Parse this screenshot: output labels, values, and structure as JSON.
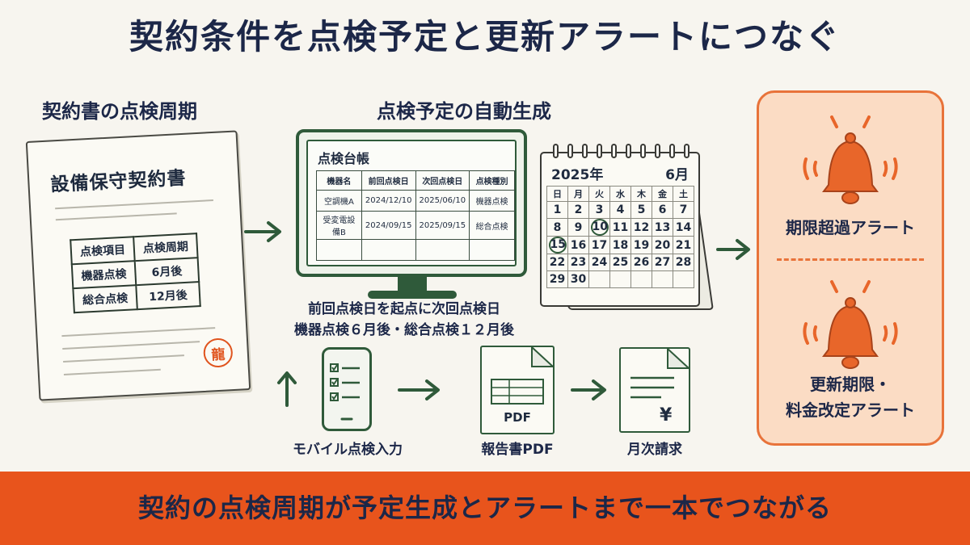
{
  "title": "契約条件を点検予定と更新アラートにつなぐ",
  "contract": {
    "section_label": "契約書の点検周期",
    "doc_title": "設備保守契約書",
    "table": {
      "header": [
        "点検項目",
        "点検周期"
      ],
      "rows": [
        [
          "機器点検",
          "6月後"
        ],
        [
          "総合点検",
          "12月後"
        ]
      ]
    },
    "seal": "龍"
  },
  "schedule": {
    "section_label": "点検予定の自動生成",
    "ledger": {
      "title": "点検台帳",
      "header": [
        "機器名",
        "前回点検日",
        "次回点検日",
        "点検種別"
      ],
      "rows": [
        [
          "空調機A",
          "2024/12/10",
          "2025/06/10",
          "機器点検"
        ],
        [
          "受変電設備B",
          "2024/09/15",
          "2025/09/15",
          "総合点検"
        ]
      ]
    },
    "calendar": {
      "year": "2025年",
      "month": "6月",
      "weekdays": [
        "日",
        "月",
        "火",
        "水",
        "木",
        "金",
        "土"
      ],
      "weeks": [
        [
          "1",
          "2",
          "3",
          "4",
          "5",
          "6",
          "7"
        ],
        [
          "8",
          "9",
          "10",
          "11",
          "12",
          "13",
          "14"
        ],
        [
          "15",
          "16",
          "17",
          "18",
          "19",
          "20",
          "21"
        ],
        [
          "22",
          "23",
          "24",
          "25",
          "26",
          "27",
          "28"
        ],
        [
          "29",
          "30",
          "",
          "",
          "",
          "",
          ""
        ]
      ],
      "circled": [
        "10",
        "15"
      ]
    },
    "caption_line1": "前回点検日を起点に次回点検日",
    "caption_line2": "機器点検６月後・総合点検１２月後"
  },
  "flow": {
    "mobile_label": "モバイル点検入力",
    "report_label": "報告書PDF",
    "report_icon_text": "PDF",
    "billing_label": "月次請求",
    "billing_icon_text": "¥"
  },
  "alerts": {
    "overdue_label": "期限超過アラート",
    "renewal_line1": "更新期限・",
    "renewal_line2": "料金改定アラート"
  },
  "footer": "契約の点検周期が予定生成とアラートまで一本でつながる",
  "colors": {
    "accent_orange": "#e8541c",
    "bell_orange": "#e8662a",
    "green": "#2f5a3a",
    "navy": "#1c2748"
  }
}
